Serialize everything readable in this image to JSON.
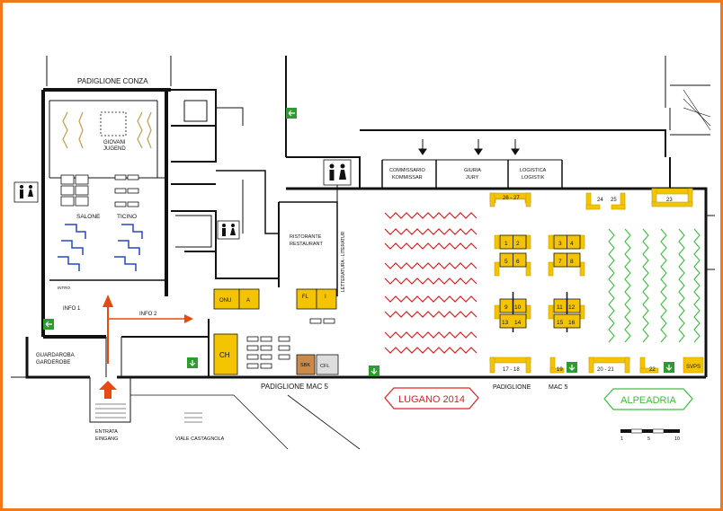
{
  "colors": {
    "frame": "#f07a1a",
    "wall": "#111111",
    "booth_fill": "#f5c400",
    "booth_stroke": "#c9a000",
    "lugano": "#e02020",
    "alpeadria": "#3cbf3c",
    "wood_display": "#c8a15a",
    "blue_display": "#2546c8",
    "exit_green": "#2e9b2e",
    "arrow_orange": "#e64a10",
    "sbk_fill": "#c98a4a"
  },
  "labels": {
    "padiglione_conza": "PADIGLIONE CONZA",
    "giovani": "GIOVANI",
    "jugend": "JUGEND",
    "salone": "SALONE",
    "ticino": "TICINO",
    "intro": "INTRO",
    "info1": "INFO 1",
    "info2": "INFO 2",
    "guardaroba": "GUARDAROBA",
    "garderobe": "GARDEROBE",
    "entrata": "ENTRATA",
    "eingang": "EINGANG",
    "viale": "VIALE CASTAGNOLA",
    "ristorante": "RISTORANTE",
    "restaurant": "RESTAURANT",
    "letteratura": "LETTERATURA - LITERATUR",
    "commissario": "COMMISSARIO",
    "kommissar": "KOMMISSAR",
    "giuria": "GIURIA",
    "jury": "JURY",
    "logistica": "LOGISTICA",
    "logistik": "LOGISTIK",
    "padiglione_mac5_left": "PADIGLIONE MAC 5",
    "padiglione_mid": "PADIGLIONE",
    "mac5_mid": "MAC 5"
  },
  "booths": {
    "onu": "ONU",
    "a": "A",
    "fl": "FL",
    "i": "I",
    "ch": "CH",
    "sbk": "SBK",
    "cfl": "CFL",
    "b26_27": "26 - 27",
    "b24": "24",
    "b25": "25",
    "b23": "23",
    "b1": "1",
    "b2": "2",
    "b3": "3",
    "b4": "4",
    "b5": "5",
    "b6": "6",
    "b7": "7",
    "b8": "8",
    "b9": "9",
    "b10": "10",
    "b11": "11",
    "b12": "12",
    "b13": "13",
    "b14": "14",
    "b15": "15",
    "b16": "16",
    "b17_18": "17 - 18",
    "b19": "19",
    "b20_21": "20 - 21",
    "b22": "22",
    "svps": "SVPS"
  },
  "badges": {
    "lugano": "LUGANO 2014",
    "alpeadria": "ALPEADRIA"
  },
  "scale": {
    "ticks": [
      "1",
      "5",
      "10"
    ]
  },
  "icons": [
    "restroom-icon",
    "exit-arrow-icon",
    "direction-arrow-icon",
    "scale-bar"
  ]
}
